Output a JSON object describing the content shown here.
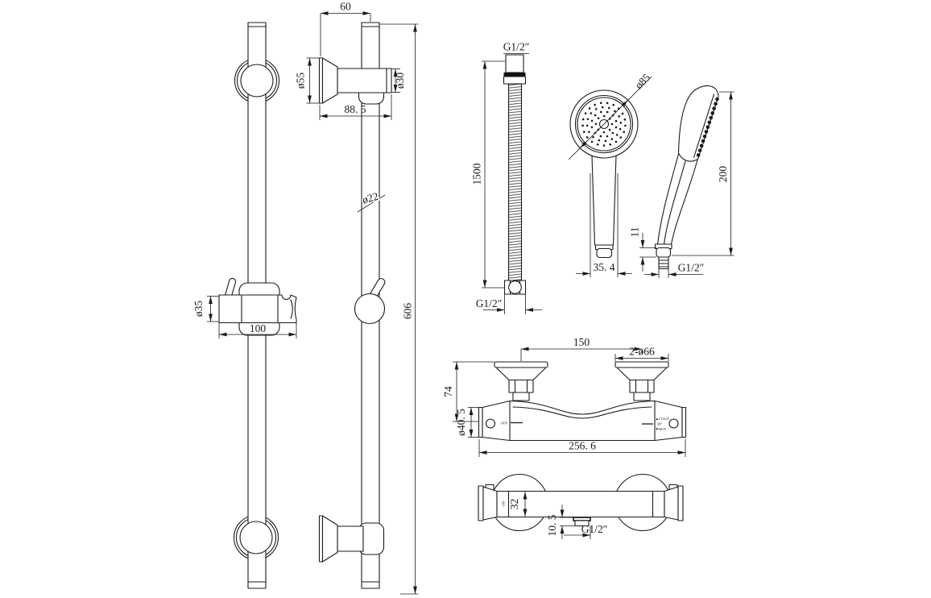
{
  "colors": {
    "ink": "#1b1b1b",
    "background": "#ffffff",
    "hose_band": "#111111"
  },
  "views": {
    "rail_front": {
      "dia35": "ø35",
      "dim100": "100"
    },
    "rail_side": {
      "dim60": "60",
      "dia55": "ø55",
      "dia30": "ø30",
      "dim88_5": "88. 5",
      "dia22": "ø22",
      "dim606": "606"
    },
    "hose": {
      "thread_top": "G1/2″",
      "dim1500": "1500",
      "thread_bottom": "G1/2″"
    },
    "shower_front": {
      "dia85": "ø85",
      "dim35_4": "35. 4"
    },
    "shower_side": {
      "dim200": "200",
      "dim11": "11",
      "thread": "G1/2″"
    },
    "valve_front": {
      "dim150": "150",
      "dim2x66": "2-ø66",
      "dim74": "74",
      "dia40_5": "ø40. 5",
      "dim256_6": "256. 6",
      "label_off": "OFF",
      "label_cold": "▲COLD",
      "label_38": "38°",
      "label_hot": "▼HOT"
    },
    "valve_top": {
      "label_on": "ON",
      "dim32": "32",
      "dim10_5": "10. 5",
      "thread": "G1/2″"
    }
  }
}
